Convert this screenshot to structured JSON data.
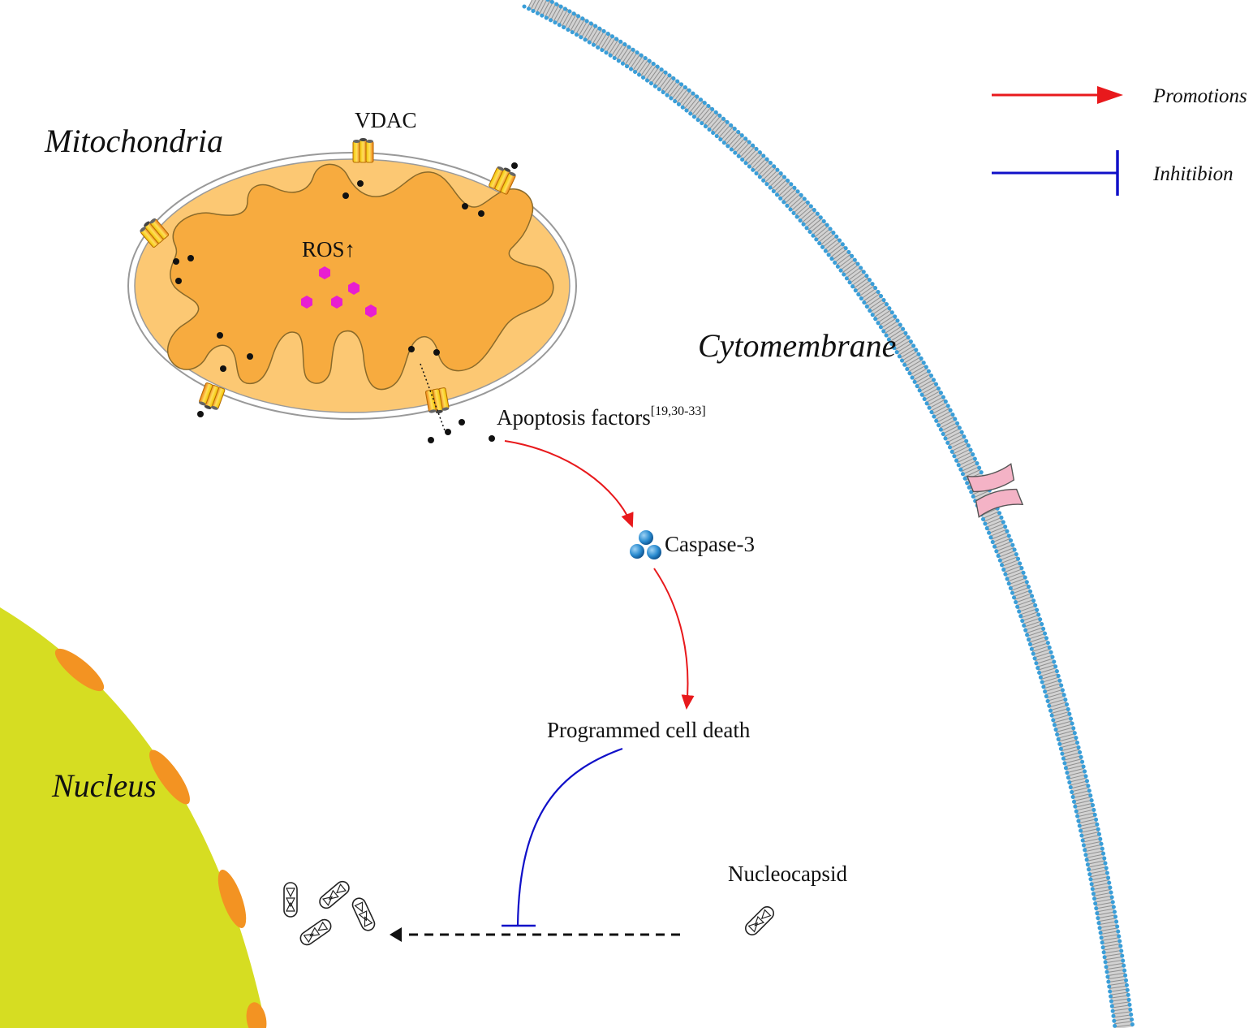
{
  "labels": {
    "mitochondria": "Mitochondria",
    "vdac": "VDAC",
    "ros": "ROS↑",
    "cytomembrane": "Cytomembrane",
    "apoptosis": "Apoptosis factors",
    "apoptosis_ref": "[19,30-33]",
    "caspase": "Caspase-3",
    "pcd": "Programmed cell death",
    "nucleocapsid": "Nucleocapsid",
    "nucleus": "Nucleus"
  },
  "legend": {
    "promotion": "Promotions",
    "inhibition": "Inhitibion"
  },
  "colors": {
    "promotion": "#e8191c",
    "inhibition": "#1010c8",
    "mito_outer": "#fcc873",
    "mito_inner": "#f7ab3f",
    "membrane_bead": "#3a9ed8",
    "nucleus": "#d6dd22",
    "nuclear_pore": "#f39322",
    "ros_particle": "#e81ed1",
    "caspase": "#1a79c0",
    "channel": "#f4b3c6"
  },
  "icons": [
    "vdac-channel-icon",
    "apoptosis-factor-dot",
    "ros-particle-icon",
    "caspase-3-icon",
    "nucleocapsid-icon",
    "membrane-channel-icon"
  ]
}
